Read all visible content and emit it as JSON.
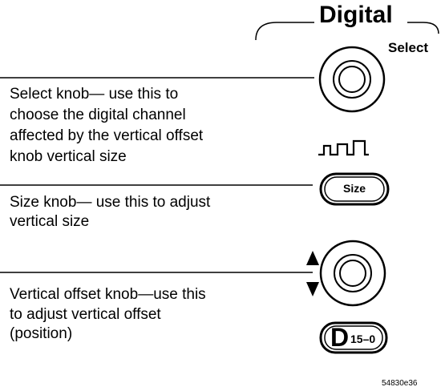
{
  "group_heading": "Digital",
  "select_label": "Select",
  "descriptions": {
    "select_knob": [
      "Select knob— use this to",
      "choose the digital channel",
      "affected by the vertical offset",
      "knob vertical size"
    ],
    "size_knob": [
      "Size knob— use this to adjust",
      "vertical size"
    ],
    "offset_knob": [
      "Vertical offset knob—use this",
      "to adjust vertical offset",
      "(position)"
    ]
  },
  "size_button_label": "Size",
  "channel_button": {
    "letter": "D",
    "subscript": "15–0"
  },
  "figure_id": "54830e36",
  "icons": {
    "pulse": "pulse-waveform-icon",
    "up": "up-triangle-icon",
    "down": "down-triangle-icon"
  },
  "colors": {
    "ink": "#000000",
    "background": "#ffffff"
  }
}
